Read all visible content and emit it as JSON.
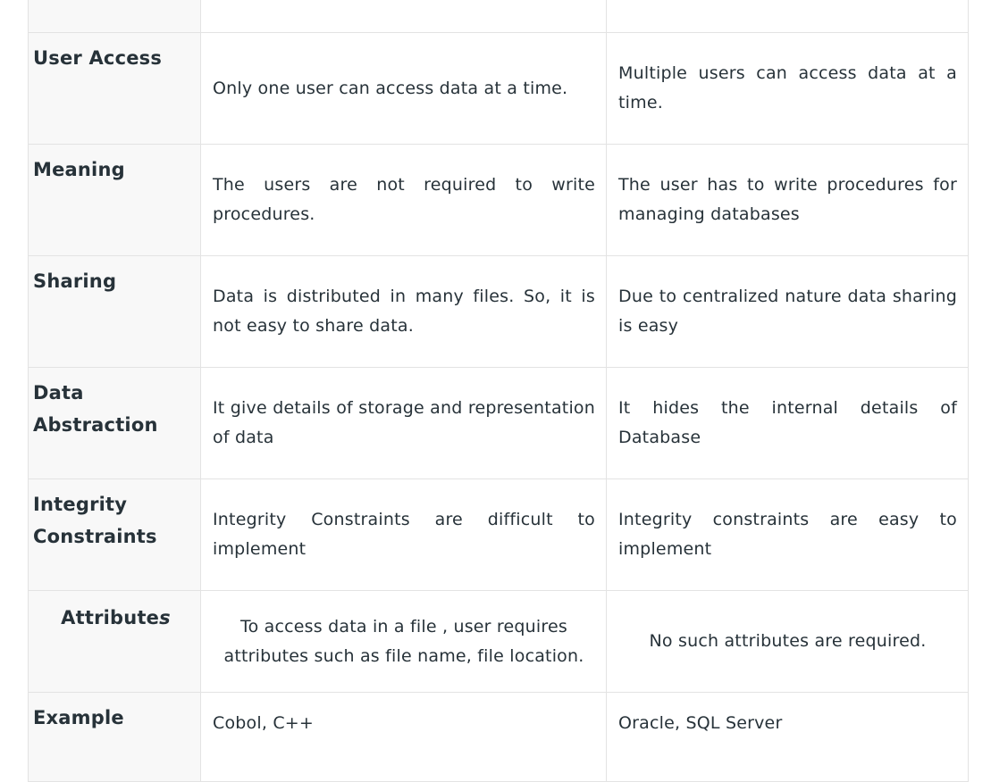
{
  "table": {
    "rows": [
      {
        "feature": "User Access",
        "file_system": "Only one user can access data at a time.",
        "dbms": "Multiple users can access data at a time."
      },
      {
        "feature": "Meaning",
        "file_system": "The users are not required to write procedures.",
        "dbms": "The user has to write procedures for managing databases"
      },
      {
        "feature": "Sharing",
        "file_system": "Data is distributed in many files. So, it is not easy to share data.",
        "dbms": "Due to centralized nature data sharing is easy"
      },
      {
        "feature": "Data Abstraction",
        "file_system": "It give details of storage and representation of data",
        "dbms": "It hides the internal details of Database"
      },
      {
        "feature": "Integrity Constraints",
        "file_system": "Integrity Constraints are difficult to implement",
        "dbms": "Integrity constraints are easy to implement"
      },
      {
        "feature_main": "Attribute",
        "feature_suffix": "s",
        "file_system": "To access data in a file , user requires attributes such as file name, file location.",
        "dbms": "No such attributes are required."
      },
      {
        "feature": "Example",
        "file_system": "Cobol, C++",
        "dbms": "Oracle, SQL Server"
      }
    ]
  }
}
